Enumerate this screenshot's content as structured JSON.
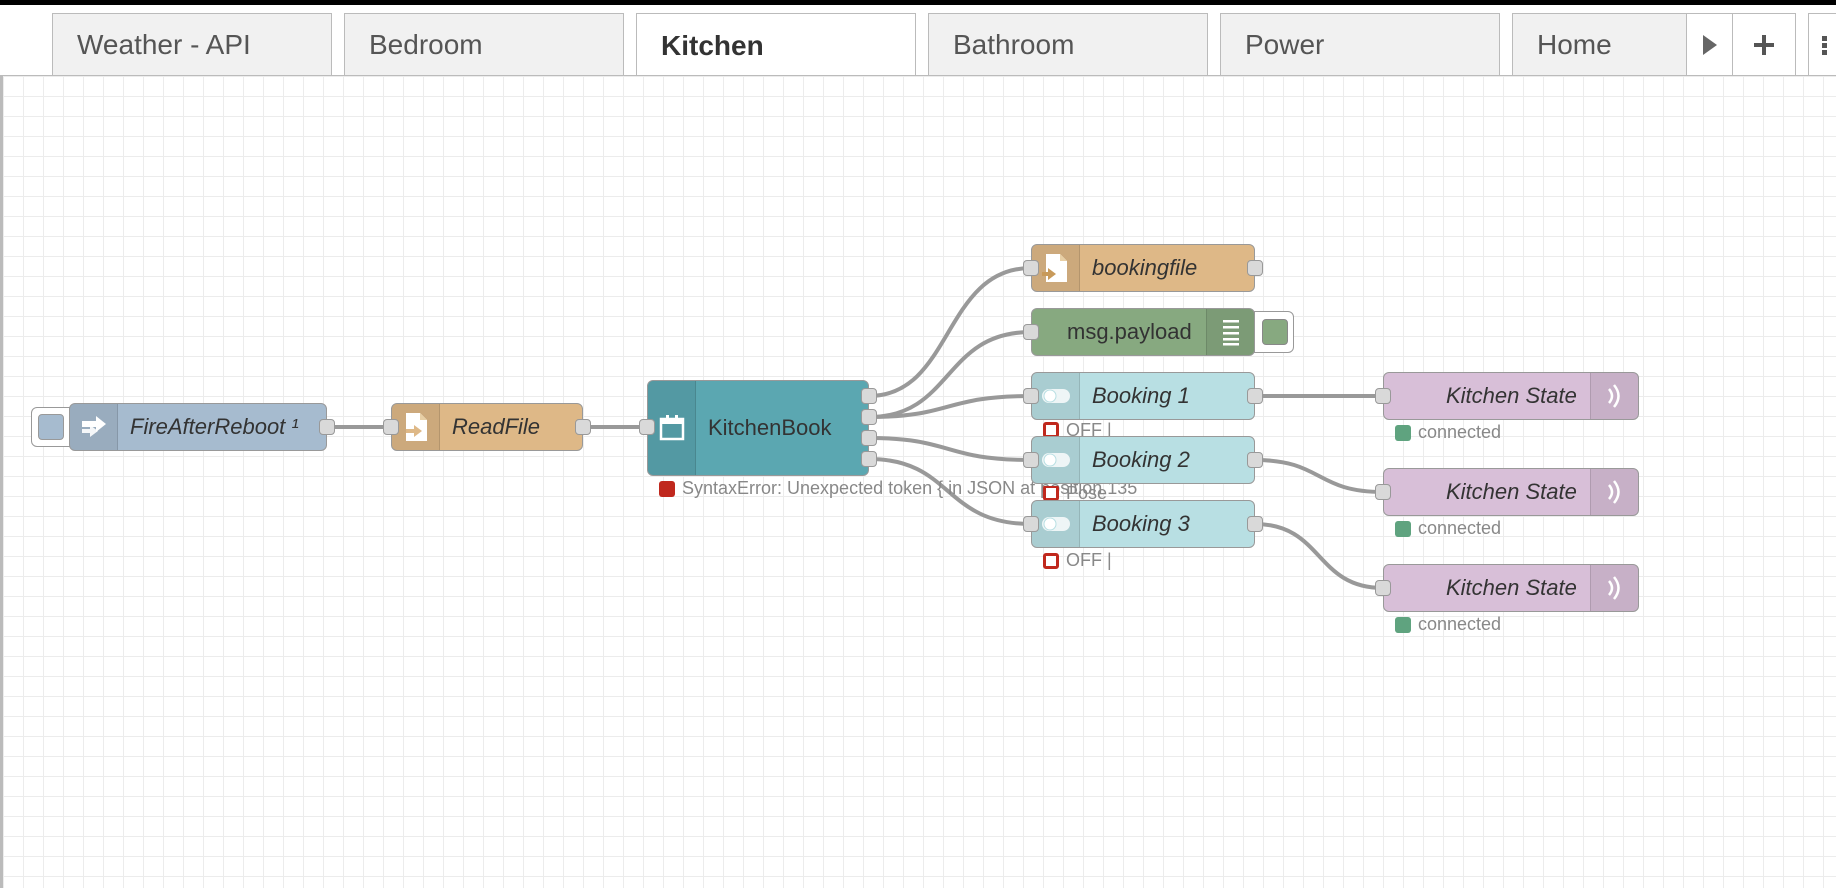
{
  "tabs": [
    {
      "label": "Weather - API",
      "active": false
    },
    {
      "label": "Bedroom",
      "active": false
    },
    {
      "label": "Kitchen",
      "active": true
    },
    {
      "label": "Bathroom",
      "active": false
    },
    {
      "label": "Power",
      "active": false
    },
    {
      "label": "Home",
      "active": false
    }
  ],
  "toolbar": {
    "scroll_icon": "triangle-right-icon",
    "add_icon": "plus-icon",
    "menu_icon": "list-menu-icon"
  },
  "nodes": {
    "fire_after_reboot": {
      "label": "FireAfterReboot ¹",
      "type": "inject",
      "color": "#a6bbcf"
    },
    "read_file": {
      "label": "ReadFile",
      "type": "file-in",
      "color": "#deb887"
    },
    "kitchen_book": {
      "label": "KitchenBook",
      "type": "calendar",
      "color": "#5ba7b1",
      "status": "SyntaxError: Unexpected token { in JSON at position 135"
    },
    "bookingfile": {
      "label": "bookingfile",
      "type": "file-out",
      "color": "#deb887"
    },
    "msg_payload": {
      "label": "msg.payload",
      "type": "debug",
      "color": "#87a980"
    },
    "booking_1": {
      "label": "Booking 1",
      "type": "switch",
      "color": "#b8dfe3",
      "status": "OFF |"
    },
    "booking_2": {
      "label": "Booking 2",
      "type": "switch",
      "color": "#b8dfe3",
      "status": "Pose"
    },
    "booking_3": {
      "label": "Booking 3",
      "type": "switch",
      "color": "#b8dfe3",
      "status": "OFF |"
    },
    "kitchen_state_1": {
      "label": "Kitchen State",
      "type": "mqtt-out",
      "color": "#d8bfd8",
      "status": "connected"
    },
    "kitchen_state_2": {
      "label": "Kitchen State",
      "type": "mqtt-out",
      "color": "#d8bfd8",
      "status": "connected"
    },
    "kitchen_state_3": {
      "label": "Kitchen State",
      "type": "mqtt-out",
      "color": "#d8bfd8",
      "status": "connected"
    }
  },
  "colors": {
    "wire": "#999999",
    "error": "#c0281d",
    "connected": "#5fa37f"
  }
}
